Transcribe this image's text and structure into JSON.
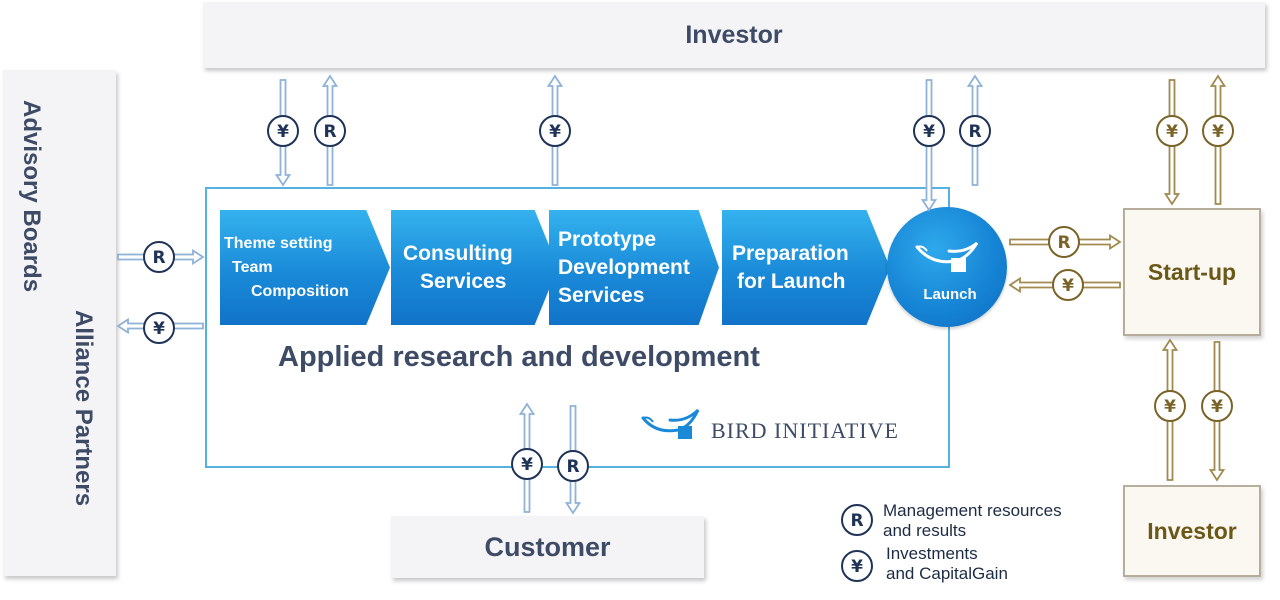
{
  "investor_top": "Investor",
  "customer": "Customer",
  "left_panel": {
    "advisory": "Advisory Boards",
    "alliance": "Alliance Partners"
  },
  "startup": "Start-up",
  "investor_right": "Investor",
  "process": {
    "theme_lines": [
      "Theme setting",
      "Team",
      "Composition"
    ],
    "consulting_lines": [
      "Consulting",
      "Services"
    ],
    "prototype_lines": [
      "Prototype",
      "Development",
      "Services"
    ],
    "preparation_lines": [
      "Preparation",
      "for Launch"
    ],
    "launch": "Launch"
  },
  "main_caption": "Applied research and development",
  "logo_text": "BIRD INITIATIVE",
  "badges": {
    "R": "R",
    "yen": "¥"
  },
  "legend": {
    "r_line1": "Management resources",
    "r_line2": "and results",
    "yen_line1": "Investments",
    "yen_line2": "and CapitalGain"
  },
  "colors": {
    "blue_arrow": "#8fb2d9",
    "gold_arrow": "#a08a4f",
    "navy_badge": "#1f3357",
    "gold_badge": "#7a6326"
  }
}
